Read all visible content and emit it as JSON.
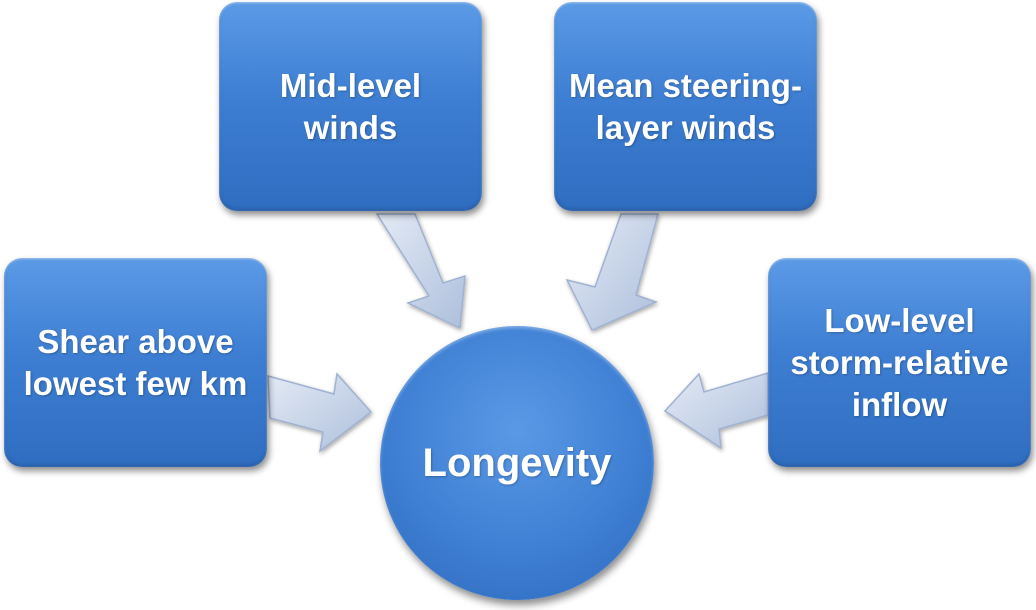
{
  "diagram": {
    "center": {
      "label": "Longevity"
    },
    "factors": [
      {
        "id": "mid-level-winds",
        "label": "Mid-level winds"
      },
      {
        "id": "mean-steering-layer-winds",
        "label": "Mean steering-layer winds"
      },
      {
        "id": "shear-above-lowest-few-km",
        "label": "Shear above lowest few km"
      },
      {
        "id": "low-level-storm-relative-inflow",
        "label": "Low-level storm-relative inflow"
      }
    ]
  },
  "colors": {
    "box_fill": "#3e7fd3",
    "arrow_fill": "#c9d6ea",
    "text": "#ffffff"
  }
}
